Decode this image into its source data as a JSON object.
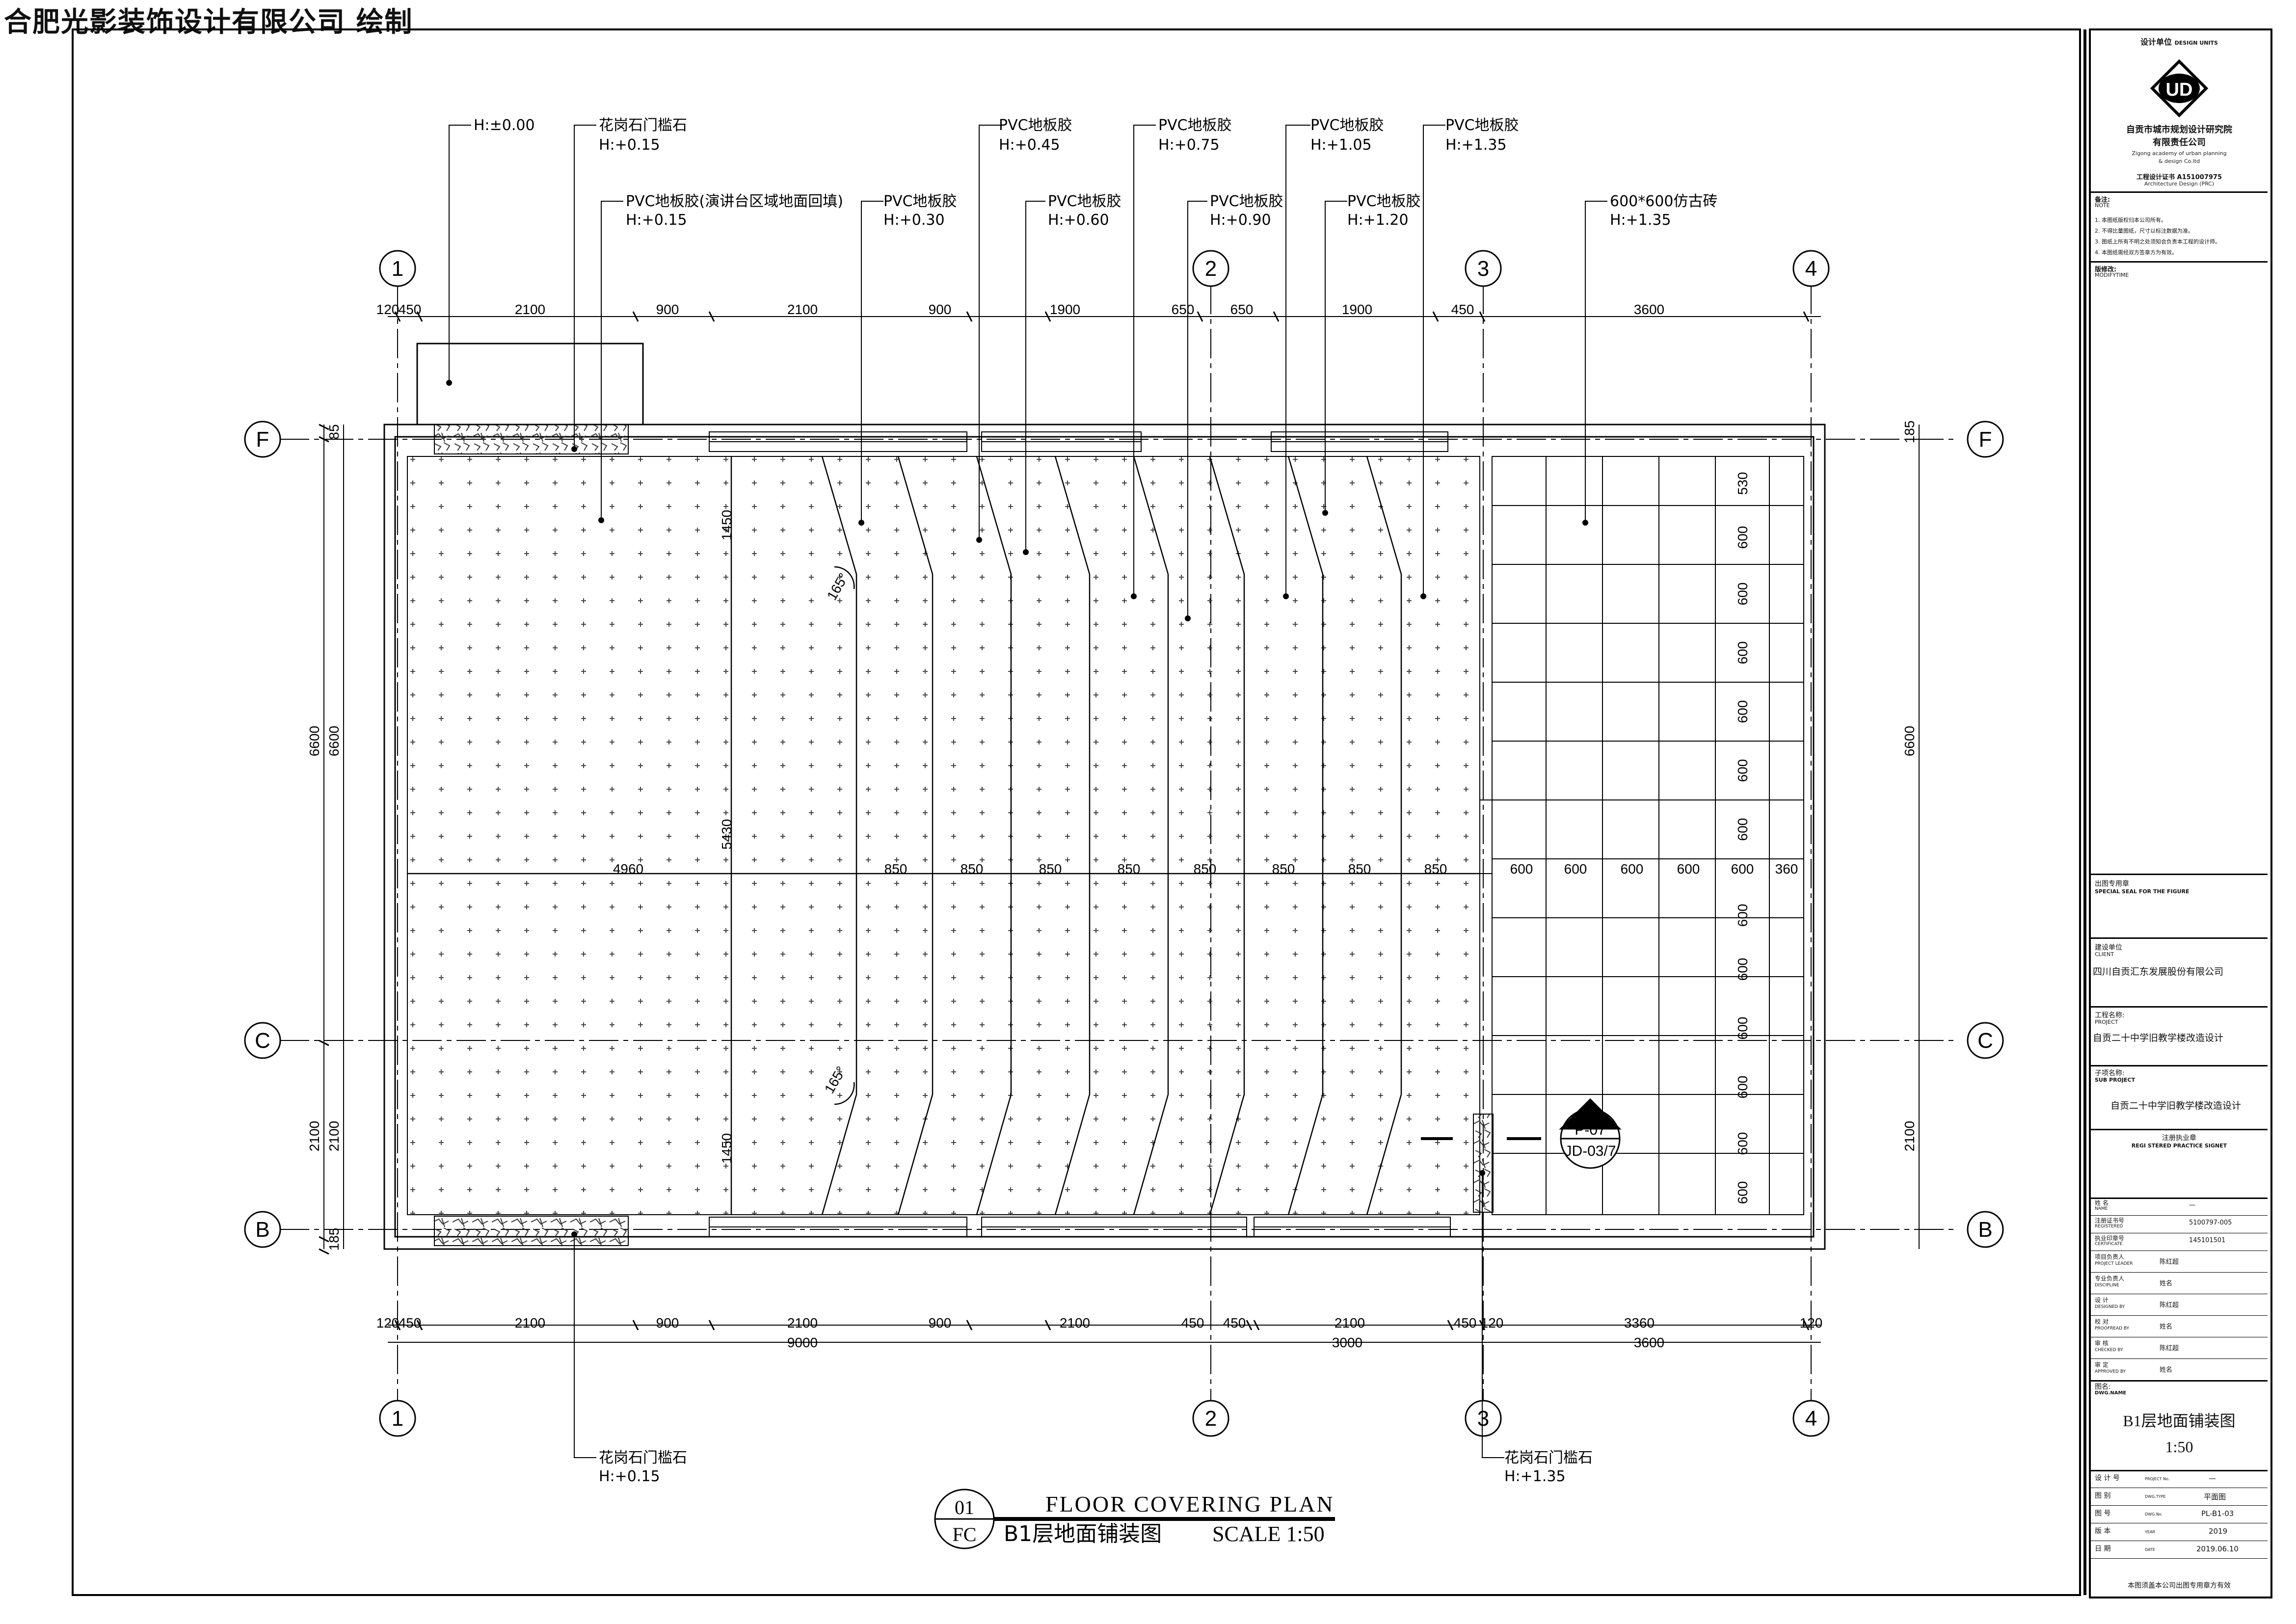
{
  "header": {
    "title": "合肥光影装饰设计有限公司 绘制"
  },
  "grid": {
    "columns": [
      "1",
      "2",
      "3",
      "4"
    ],
    "rows": [
      "F",
      "C",
      "B"
    ]
  },
  "dims": {
    "top": [
      "120",
      "450",
      "2100",
      "900",
      "2100",
      "900",
      "1900",
      "650",
      "650",
      "1900",
      "450",
      "3600"
    ],
    "bottom1": [
      "120",
      "450",
      "2100",
      "900",
      "2100",
      "900",
      "2100",
      "450",
      "450",
      "2100",
      "450",
      "120",
      "3360",
      "120"
    ],
    "bottom2": [
      "9000",
      "3000",
      "3600"
    ],
    "left_outer": "6600",
    "left_inner": "6600",
    "left_outer2": "2100",
    "left_inner2": "2100",
    "left_top": "85",
    "left_bottom": "185",
    "right_top": "185",
    "right_mid": "6600",
    "right_bot": "2100",
    "mid_row": [
      "4960",
      "850",
      "850",
      "850",
      "850",
      "850",
      "850",
      "850",
      "850"
    ],
    "right_row": [
      "600",
      "600",
      "600",
      "600",
      "600",
      "360"
    ],
    "right_col": [
      "530",
      "600",
      "600",
      "600",
      "600",
      "600",
      "600",
      "600",
      "600",
      "600",
      "600",
      "600",
      "600"
    ],
    "v1450a": "1450",
    "v5430": "5430",
    "v1450b": "1450",
    "angle1": "165°",
    "angle2": "165°"
  },
  "labels": [
    {
      "t1": "H:±0.00",
      "t2": ""
    },
    {
      "t1": "花岗石门槛石",
      "t2": "H:+0.15"
    },
    {
      "t1": "PVC地板胶(演讲台区域地面回填)",
      "t2": "H:+0.15"
    },
    {
      "t1": "PVC地板胶",
      "t2": "H:+0.30"
    },
    {
      "t1": "PVC地板胶",
      "t2": "H:+0.45"
    },
    {
      "t1": "PVC地板胶",
      "t2": "H:+0.60"
    },
    {
      "t1": "PVC地板胶",
      "t2": "H:+0.75"
    },
    {
      "t1": "PVC地板胶",
      "t2": "H:+0.90"
    },
    {
      "t1": "PVC地板胶",
      "t2": "H:+1.05"
    },
    {
      "t1": "PVC地板胶",
      "t2": "H:+1.20"
    },
    {
      "t1": "PVC地板胶",
      "t2": "H:+1.35"
    },
    {
      "t1": "600*600仿古砖",
      "t2": "H:+1.35"
    },
    {
      "t1": "花岗石门槛石",
      "t2": "H:+0.15"
    },
    {
      "t1": "花岗石门槛石",
      "t2": "H:+1.35"
    }
  ],
  "section": {
    "top": "P-07",
    "bottom": "JD-03/7"
  },
  "title": {
    "num": "01",
    "code": "FC",
    "en": "FLOOR COVERING PLAN",
    "cn": "B1层地面铺装图",
    "scale": "SCALE 1:50"
  },
  "tb": {
    "unit_cn": "设计单位",
    "unit_en": "DESIGN UNITS",
    "logo": "UD",
    "inst": "自贡市城市规划设计研究院",
    "inst2": "有限责任公司",
    "inst_en1": "Zigong academy of urban planning",
    "inst_en2": "& design Co.ltd",
    "cert": "工程设计证书 A151007975",
    "cert_en": "Architecture Design (PRC)",
    "note_cn": "备注:",
    "note_en": "NOTE",
    "notes": [
      "1. 本图纸版权归本公司所有。",
      "2. 不得比量图纸，尺寸以标注数据为准。",
      "3. 图纸上所有不明之处须知会负责本工程的设计师。",
      "4. 本图纸需经双方签章方为有效。"
    ],
    "mod_cn": "版修改:",
    "mod_en": "MODIFYTIME",
    "seal_cn": "出图专用章",
    "seal_en": "SPECIAL SEAL FOR THE FIGURE",
    "client_cn": "建设单位",
    "client_en": "CLIENT",
    "client": "四川自贡汇东发展股份有限公司",
    "proj_cn": "工程名称:",
    "proj_en": "PROJECT",
    "proj": "自贡二十中学旧教学楼改造设计",
    "sub_cn": "子项名称:",
    "sub_en": "SUB PROJECT",
    "sub": "自贡二十中学旧教学楼改造设计",
    "reg_cn": "注册执业章",
    "reg_en": "REGI STERED PRACTICE SIGNET",
    "rows": [
      {
        "k": "姓  名",
        "k2": "NAME",
        "v": "—"
      },
      {
        "k": "注册证书号",
        "k2": "REGISTERED",
        "v": "5100797-005"
      },
      {
        "k": "执业印章号",
        "k2": "CERTIFICATE",
        "v": "145101501"
      },
      {
        "k": "项目负责人",
        "k2": "PROJECT LEADER",
        "v": "陈红超"
      },
      {
        "k": "专业负责人",
        "k2": "DISCIPLINE",
        "v": "姓名"
      },
      {
        "k": "设  计",
        "k2": "DESIGNED BY",
        "v": "陈红超"
      },
      {
        "k": "校  对",
        "k2": "PROOFREAD BY",
        "v": "姓名"
      },
      {
        "k": "审  核",
        "k2": "CHECKED BY",
        "v": "陈红超"
      },
      {
        "k": "审  定",
        "k2": "APPROVED BY",
        "v": "姓名"
      }
    ],
    "dwg_cn": "图名:",
    "dwg_en": "DWG.NAME",
    "dwg": "B1层地面铺装图",
    "dwg_scale": "1:50",
    "info": [
      {
        "k": "设 计 号",
        "k2": "PROJECT No.",
        "v": "—"
      },
      {
        "k": "图  别",
        "k2": "DWG.TYPE",
        "v": "平面图"
      },
      {
        "k": "图  号",
        "k2": "DWG.No.",
        "v": "PL-B1-03"
      },
      {
        "k": "版  本",
        "k2": "YEAR",
        "v": "2019"
      },
      {
        "k": "日  期",
        "k2": "DATE",
        "v": "2019.06.10"
      }
    ],
    "footer": "本图须盖本公司出图专用章方有效"
  }
}
